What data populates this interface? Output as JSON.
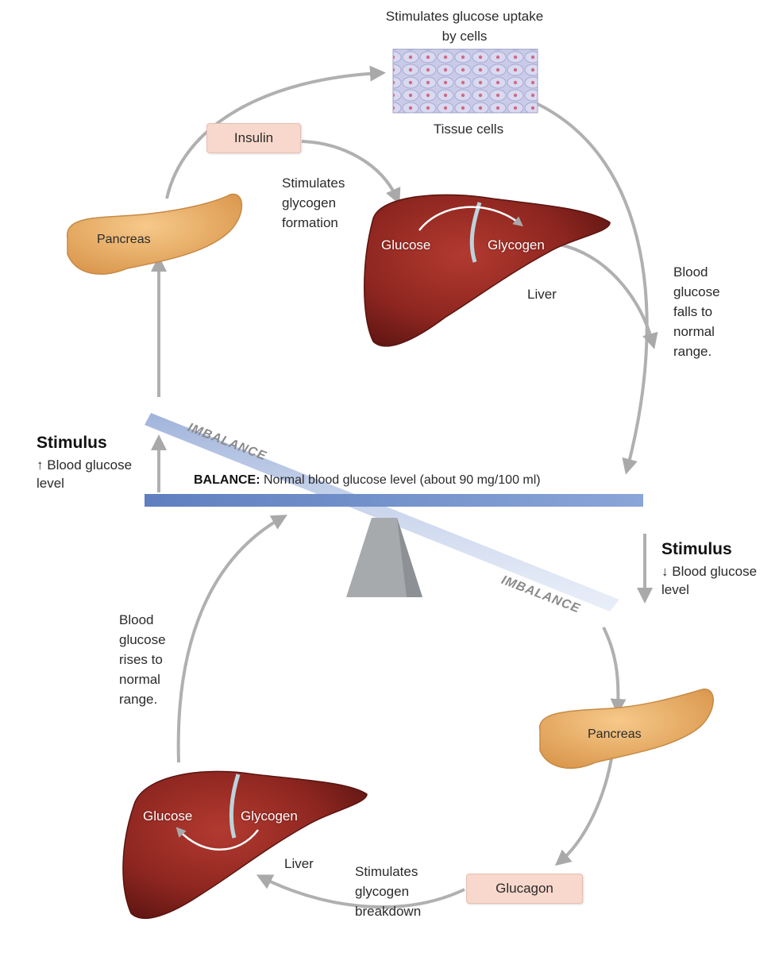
{
  "diagram": {
    "top_loop": {
      "tissue_caption": "Stimulates glucose uptake by cells",
      "tissue_label": "Tissue cells",
      "hormone": "Insulin",
      "pancreas_label": "Pancreas",
      "liver_caption": "Stimulates glycogen formation",
      "liver_glucose": "Glucose",
      "liver_glycogen": "Glycogen",
      "liver_label": "Liver",
      "result": "Blood glucose falls to normal range."
    },
    "balance": {
      "imbalance_top": "IMBALANCE",
      "imbalance_bottom": "IMBALANCE",
      "balance_word": "BALANCE:",
      "balance_text": "Normal blood glucose level (about 90 mg/100 ml)"
    },
    "stimulus_up": {
      "title": "Stimulus",
      "arrow": "↑",
      "text": "Blood glucose level"
    },
    "stimulus_down": {
      "title": "Stimulus",
      "arrow": "↓",
      "text": "Blood glucose level"
    },
    "bottom_loop": {
      "pancreas_label": "Pancreas",
      "hormone": "Glucagon",
      "liver_caption": "Stimulates glycogen breakdown",
      "liver_glucose": "Glucose",
      "liver_glycogen": "Glycogen",
      "liver_label": "Liver",
      "result": "Blood glucose rises to normal range."
    }
  }
}
